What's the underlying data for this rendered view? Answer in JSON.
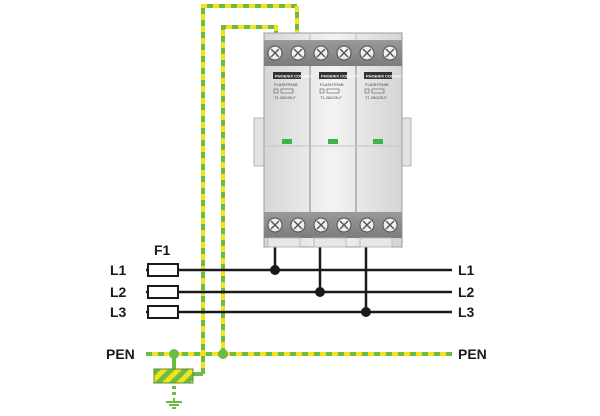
{
  "labels": {
    "fuse": "F1",
    "left": {
      "l1": "L1",
      "l2": "L2",
      "l3": "L3",
      "pen": "PEN"
    },
    "right": {
      "l1": "L1",
      "l2": "L2",
      "l3": "L3",
      "pen": "PEN"
    }
  },
  "module": {
    "brand": "PHOENIX CONTACT",
    "model": "FLASHTRAB",
    "rating": "T1 260/25-F"
  },
  "colors": {
    "conductor": "#1a1a1a",
    "pe_green": "#6dbb45",
    "pe_yellow": "#f2e21c",
    "housing": "#e4e4e4",
    "terminal": "#8c8c8c",
    "indicator": "#3cb44b"
  },
  "icons": {
    "ground": "ground-icon",
    "fuse": "fuse-icon",
    "screw": "screw-terminal-icon",
    "arrester": "surge-arrester-icon"
  }
}
